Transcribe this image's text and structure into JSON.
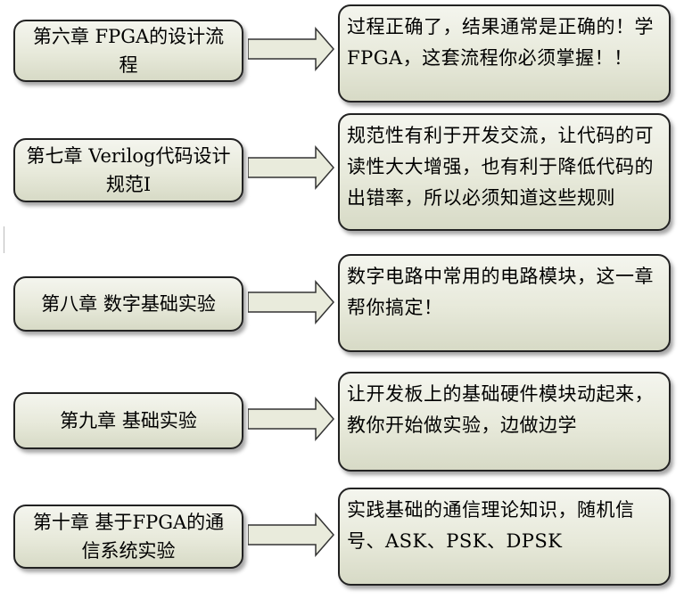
{
  "rows": [
    {
      "chapter": "第六章 FPGA的设计流程",
      "description": "过程正确了，结果通常是正确的！学FPGA，这套流程你必须掌握！！"
    },
    {
      "chapter": "第七章 Verilog代码设计规范I",
      "description": "规范性有利于开发交流，让代码的可读性大大增强，也有利于降低代码的出错率，所以必须知道这些规则"
    },
    {
      "chapter": "第八章 数字基础实验",
      "description": "数字电路中常用的电路模块，这一章帮你搞定！"
    },
    {
      "chapter": "第九章 基础实验",
      "description": "让开发板上的基础硬件模块动起来，教你开始做实验，边做边学"
    },
    {
      "chapter": "第十章 基于FPGA的通信系统实验",
      "description": "实践基础的通信理论知识，随机信号、ASK、PSK、DPSK"
    }
  ],
  "colors": {
    "box_fill": "#e7e9da",
    "border": "#222222",
    "arrow_fill": "#e9ebdc"
  }
}
